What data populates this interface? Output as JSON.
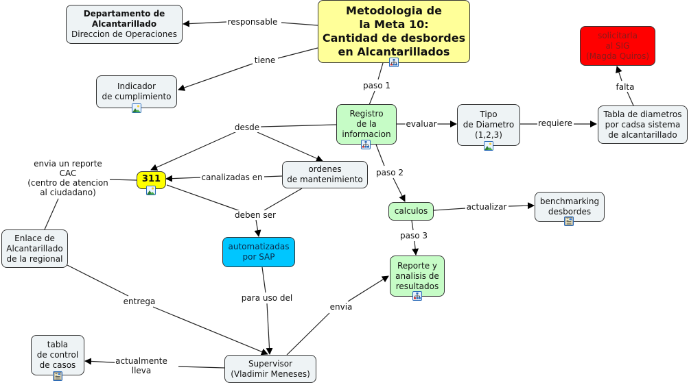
{
  "colors": {
    "main": "#ffff99",
    "default": "#eef3f5",
    "green": "#c6fcc6",
    "yellow": "#ffff00",
    "cyan": "#00c6ff",
    "red": "#ff0000",
    "red_text": "#8b1a1a"
  },
  "nodes": {
    "main": "Metodologia de\nla Meta 10:\nCantidad de desbordes\nen Alcantarillados",
    "departamento": {
      "bold": "Departamento de\nAlcantarillado",
      "normal": "Direccion de Operaciones"
    },
    "indicador": "Indicador\nde cumplimiento",
    "solicitarla": "solicitarla\nal SIG\n(Magda Quiros)",
    "registro": "Registro\nde la\ninformacion",
    "tipo": "Tipo\nde Diametro\n(1,2,3)",
    "tabla_diametros": "Tabla de diametros\npor  cadsa sistema\nde alcantarillado",
    "n311": "311",
    "ordenes": "ordenes\nde mantenimiento",
    "calculos": "calculos",
    "benchmarking": "benchmarking\ndesbordes",
    "automatizadas": "automatizadas\npor SAP",
    "reporte": "Reporte y\nanalisis de\nresultados",
    "enlace": "Enlace de\nAlcantarillado\nde la regional",
    "tabla_control": "tabla\nde control\nde casos",
    "supervisor": "Supervisor\n(Vladimir Meneses)"
  },
  "links": {
    "responsable": "responsable",
    "tiene": "tiene",
    "paso1": "paso 1",
    "falta": "falta",
    "desde": "desde",
    "evaluar": "evaluar",
    "requiere": "requiere",
    "envia_reporte": "envia un reporte\nCAC\n(centro de atencion\nal ciudadano)",
    "canalizadas": "canalizadas en",
    "paso2": "paso 2",
    "actualizar": "actualizar",
    "deben_ser": "deben ser",
    "paso3": "paso 3",
    "entrega": "entrega",
    "para_uso": "para uso del",
    "envia": "envia",
    "actualmente": "actualmente\nlleva"
  },
  "resource_icons": {
    "main": "concept-map-icon",
    "indicador": "image-icon",
    "registro": "concept-map-icon",
    "tipo": "image-icon",
    "n311": "image-icon",
    "benchmarking": "document-icon",
    "reporte": "concept-map-icon",
    "tabla_control": "document-icon"
  }
}
